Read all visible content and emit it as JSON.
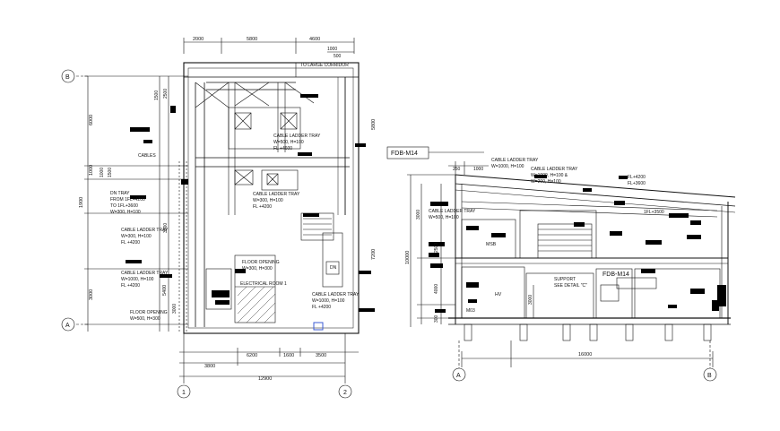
{
  "plan": {
    "top_dims": [
      "2000",
      "5800",
      "4600"
    ],
    "top_sub_dims": [
      "1000",
      "500"
    ],
    "left_dims": [
      "6000",
      "1000",
      "1900",
      "3000",
      "5400"
    ],
    "left_small_dims": [
      "1500",
      "2500",
      "1000",
      "1500",
      "3000",
      "3000"
    ],
    "right_dims": [
      "5800",
      "7200"
    ],
    "bottom_row1": [
      "6200",
      "1600",
      "3500"
    ],
    "bottom_row2": [
      "3800"
    ],
    "total_width": "12900",
    "grid_top": "B",
    "grid_bottom": "A",
    "grid_left": "1",
    "grid_right": "2",
    "corridor_label": "TO LARGE CORRIDOR",
    "dn_label": "DN",
    "electrical_label": "ELECTRICAL ROOM 1",
    "notes": {
      "cables": "CABLES",
      "dn_tray": [
        "DN TRAY",
        "FROM 1FL+4200",
        "TO 1FL+3600",
        "W=300, H=100"
      ],
      "tray_a": [
        "CABLE LADDER TRAY",
        "W=500, H=100",
        "FL +4600"
      ],
      "tray_b": [
        "CABLE LADDER TRAY",
        "W=300, H=100",
        "FL +4200"
      ],
      "tray_c": [
        "CABLE LADDER TRAY",
        "W=300, H=100",
        "FL +4200"
      ],
      "tray_d": [
        "CABLE LADDER TRAY",
        "W=1000, H=100",
        "FL +4200"
      ],
      "floor_opening_a": [
        "FLOOR OPENING",
        "W=300, H=300"
      ],
      "floor_opening_b": [
        "FLOOR OPENING",
        "W=500, H=300"
      ],
      "tray_e": [
        "CABLE LADDER TRAY",
        "W=1000, H=100",
        "FL +4200"
      ]
    }
  },
  "section": {
    "tag_top": "FDB-M14",
    "tag_inner": "FDB-M14",
    "grid_left": "A",
    "grid_right": "B",
    "total_width": "16000",
    "left_dims": [
      "3000",
      "2500",
      "4000",
      "300"
    ],
    "outer_dim": "10000",
    "top_dims": [
      "250",
      "1000"
    ],
    "inner_dim": "3000",
    "rooms": {
      "msb": "MSB",
      "hv": "HV",
      "mdb": "M03"
    },
    "notes": {
      "tray_a": [
        "CABLE LADDER TRAY",
        "W=1000, H=100"
      ],
      "tray_b": [
        "CABLE LADDER TRAY",
        "W=1000, H=100 &",
        "W=200, H=100"
      ],
      "tray_c": [
        "CABLE LADDER TRAY",
        "W=500, H=100"
      ],
      "fl_a": "FL+4200",
      "fl_b": "FL+3600",
      "fl_c": "1FL+3500",
      "support": [
        "SUPPORT",
        "SEE DETAIL \"C\""
      ]
    }
  },
  "colors": {
    "line": "#111111",
    "accent_blue": "#3b5bd6",
    "fill_black": "#000000"
  }
}
